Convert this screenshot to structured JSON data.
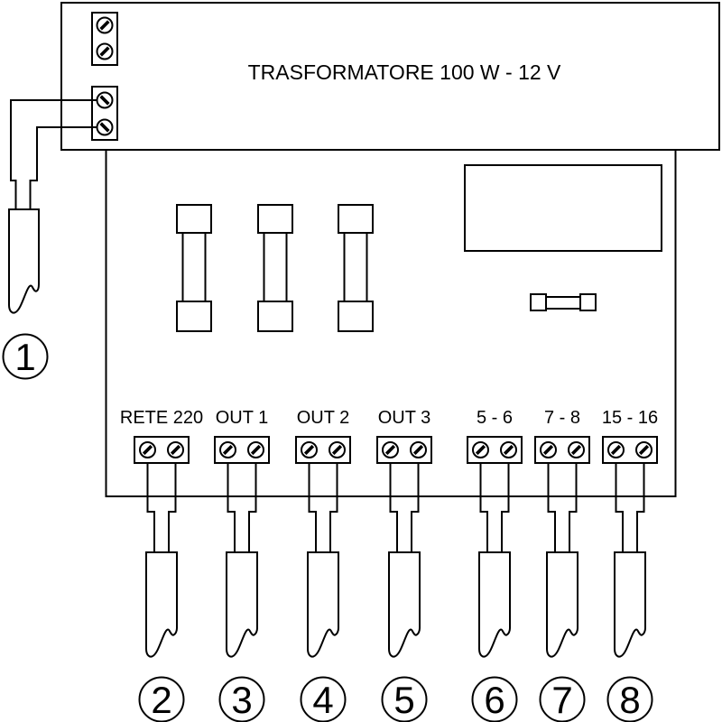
{
  "transformer": {
    "label": "TRASFORMATORE 100 W - 12 V"
  },
  "power_cable_callout": "1",
  "terminals": [
    {
      "label": "RETE 220",
      "callout": "2"
    },
    {
      "label": "OUT 1",
      "callout": "3"
    },
    {
      "label": "OUT 2",
      "callout": "4"
    },
    {
      "label": "OUT 3",
      "callout": "5"
    },
    {
      "label": "5 - 6",
      "callout": "6"
    },
    {
      "label": "7 - 8",
      "callout": "7"
    },
    {
      "label": "15 - 16",
      "callout": "8"
    }
  ],
  "colors": {
    "line": "#000000",
    "background": "#ffffff"
  }
}
